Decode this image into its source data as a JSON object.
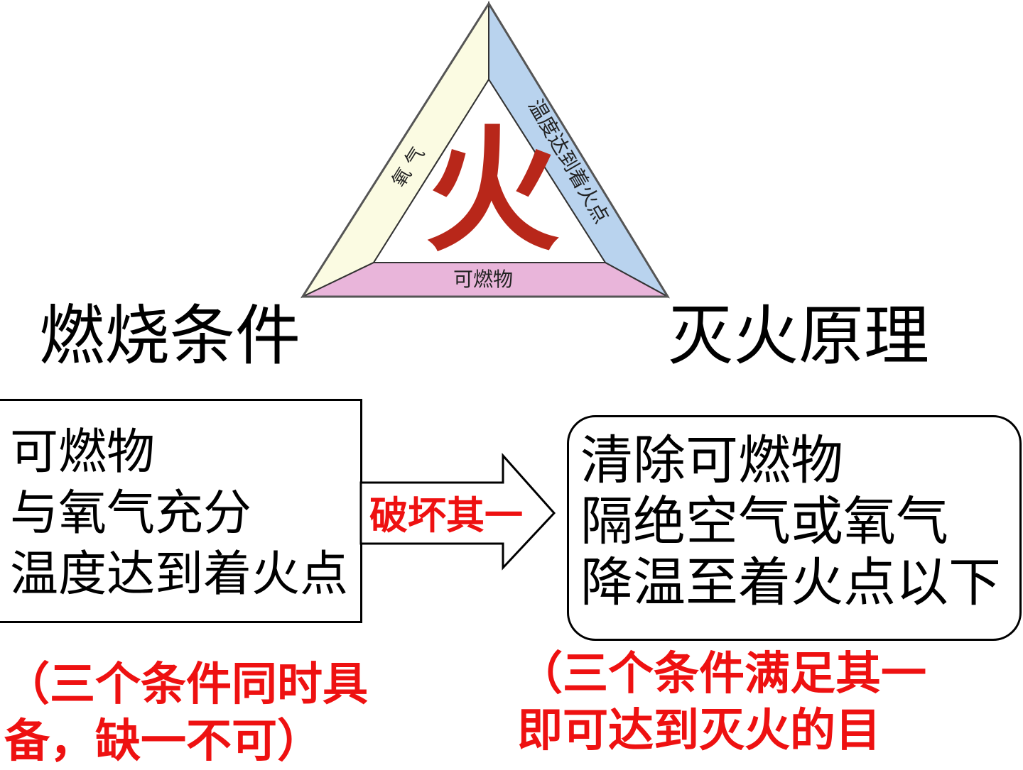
{
  "diagram": {
    "triangle": {
      "left_side_label": "氧 气",
      "right_side_label": "温度达到着火点",
      "bottom_side_label": "可燃物",
      "center_glyph": "火",
      "colors": {
        "left_side": "#fbfbe2",
        "right_side": "#b9d3ee",
        "bottom_side": "#e9b5da",
        "glyph": "#b8271a"
      }
    },
    "combustion_title": "燃烧条件",
    "extinguish_title": "灭火原理",
    "conditions": [
      "可燃物",
      "与氧气充分",
      "温度达到着火点"
    ],
    "arrow_label": "破坏其一",
    "principles": [
      "清除可燃物",
      "隔绝空气或氧气",
      "降温至着火点以下"
    ],
    "left_note": [
      "（三个条件同时具",
      "备，缺一不可）"
    ],
    "right_note": [
      "（三个条件满足其一",
      "即可达到灭火的目"
    ],
    "accent_color": "#ee1111"
  }
}
